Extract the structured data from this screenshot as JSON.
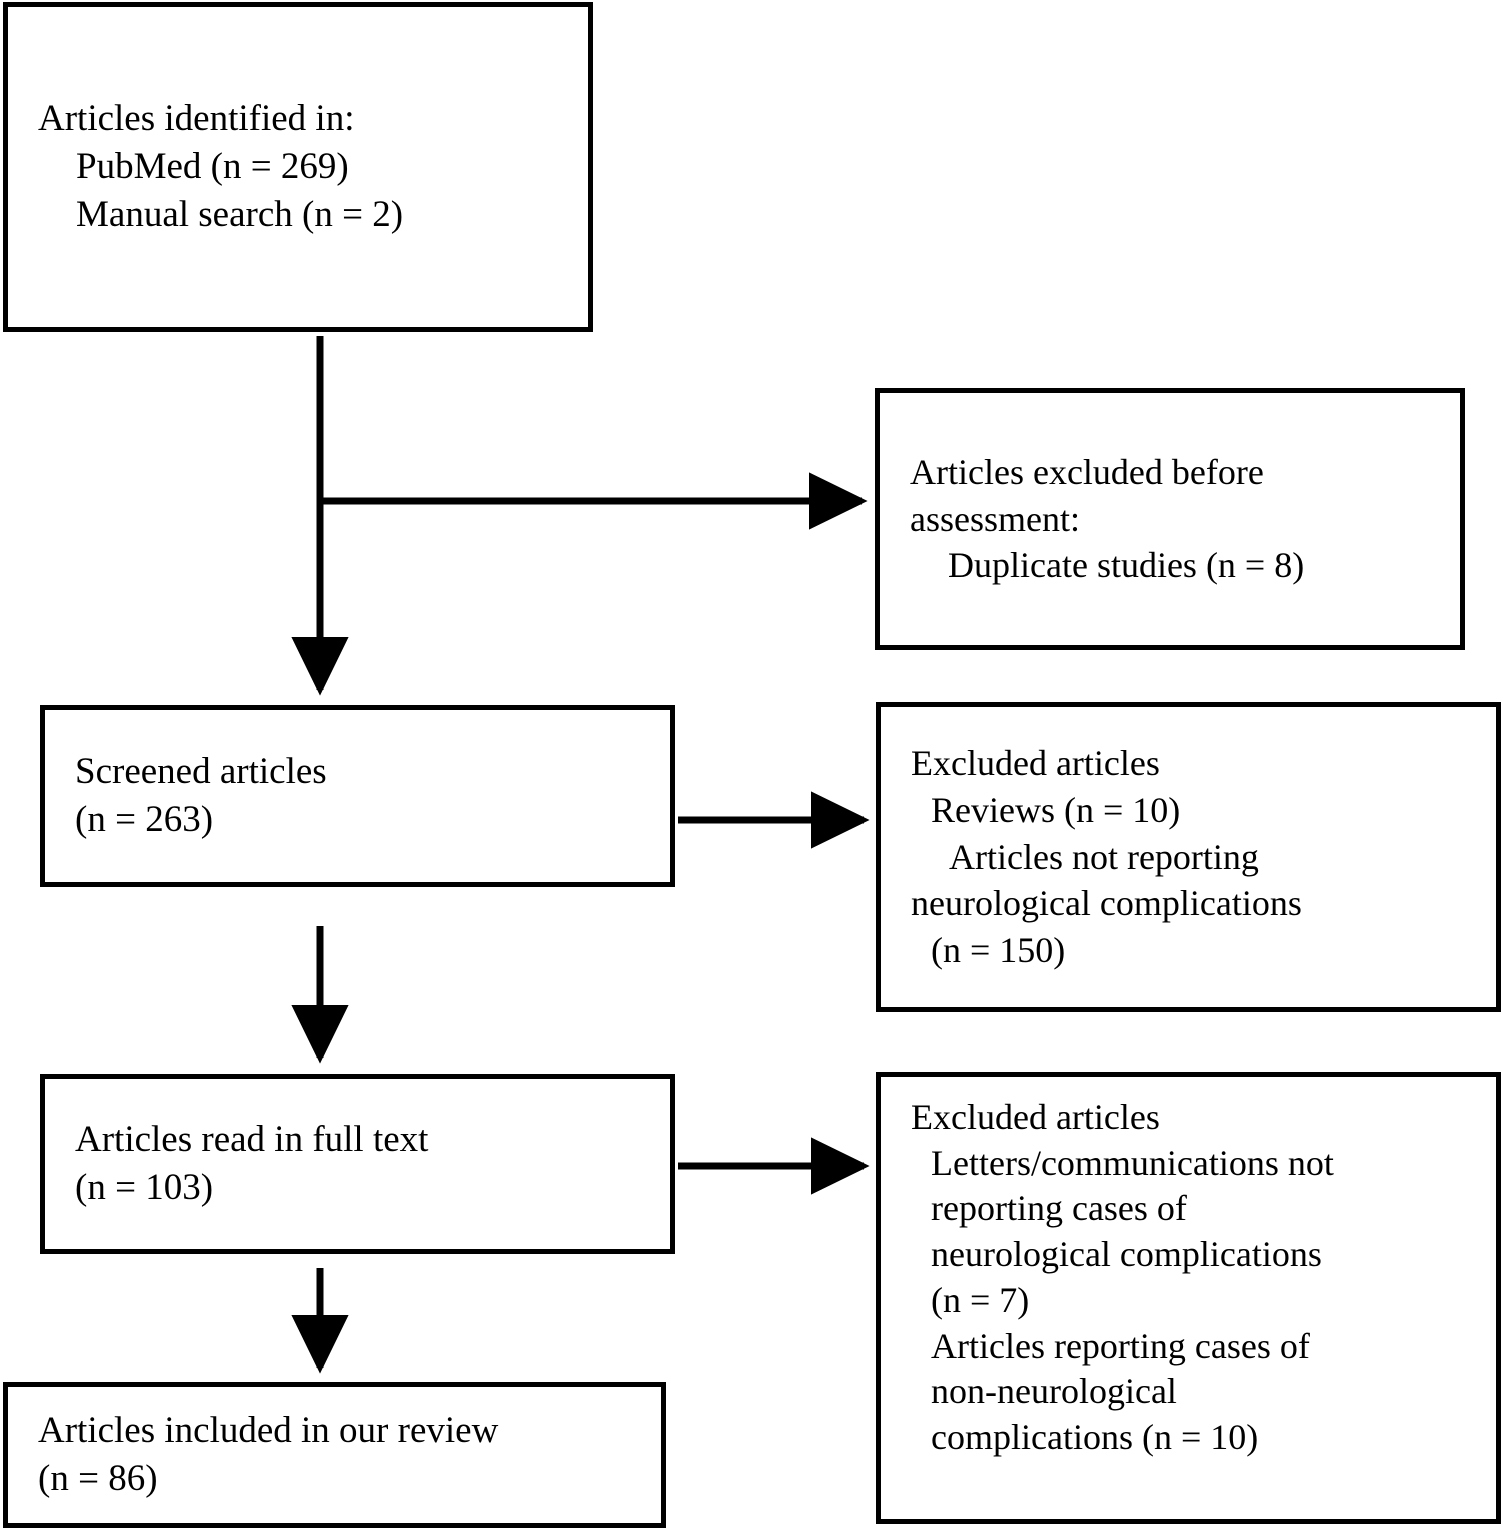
{
  "diagram": {
    "type": "prisma-flow-diagram",
    "colors": {
      "box_border": "#000000",
      "background": "#ffffff",
      "text": "#000000",
      "connector": "#000000"
    },
    "boxes": {
      "identified": {
        "id": "articles-identified",
        "line1": "Articles identified in:",
        "line2": "PubMed (n = 269)",
        "line3": "Manual search (n = 2)",
        "counts": {
          "pubmed": 269,
          "manual_search": 2
        }
      },
      "excluded_before_assessment": {
        "id": "articles-excluded-before-assessment",
        "line1": "Articles excluded before",
        "line2": "assessment:",
        "line3": "Duplicate studies (n = 8)",
        "counts": {
          "duplicate_studies": 8
        }
      },
      "screened": {
        "id": "screened-articles",
        "line1": "Screened articles",
        "line2": "(n = 263)",
        "counts": {
          "screened": 263
        }
      },
      "excluded_screening": {
        "id": "excluded-articles-screening",
        "line1": "Excluded articles",
        "line2": "Reviews (n = 10)",
        "line3": "Articles not reporting",
        "line4": "neurological complications",
        "line5": "(n = 150)",
        "counts": {
          "reviews": 10,
          "not_reporting_neurological_complications": 150
        }
      },
      "full_text": {
        "id": "articles-read-full-text",
        "line1": "Articles read in full text",
        "line2": "(n = 103)",
        "counts": {
          "full_text": 103
        }
      },
      "excluded_full_text": {
        "id": "excluded-articles-full-text",
        "line1": "Excluded articles",
        "line2": "Letters/communications not",
        "line3": "reporting cases of",
        "line4": "neurological complications",
        "line5": "(n = 7)",
        "line6": "Articles reporting cases of",
        "line7": "non-neurological",
        "line8": "complications (n = 10)",
        "counts": {
          "letters_communications": 7,
          "non_neurological_complications": 10
        }
      },
      "included": {
        "id": "articles-included",
        "line1": "Articles included in our review",
        "line2": "(n = 86)",
        "counts": {
          "included": 86
        }
      }
    },
    "connectors": [
      {
        "name": "identified-to-screened",
        "from": "identified",
        "to": "screened",
        "direction": "down"
      },
      {
        "name": "identified-to-excluded-before-assessment",
        "from": "identified",
        "to": "excluded_before_assessment",
        "direction": "right"
      },
      {
        "name": "screened-to-full-text",
        "from": "screened",
        "to": "full_text",
        "direction": "down"
      },
      {
        "name": "screened-to-excluded-screening",
        "from": "screened",
        "to": "excluded_screening",
        "direction": "right"
      },
      {
        "name": "full-text-to-included",
        "from": "full_text",
        "to": "included",
        "direction": "down"
      },
      {
        "name": "full-text-to-excluded-full-text",
        "from": "full_text",
        "to": "excluded_full_text",
        "direction": "right"
      }
    ]
  }
}
